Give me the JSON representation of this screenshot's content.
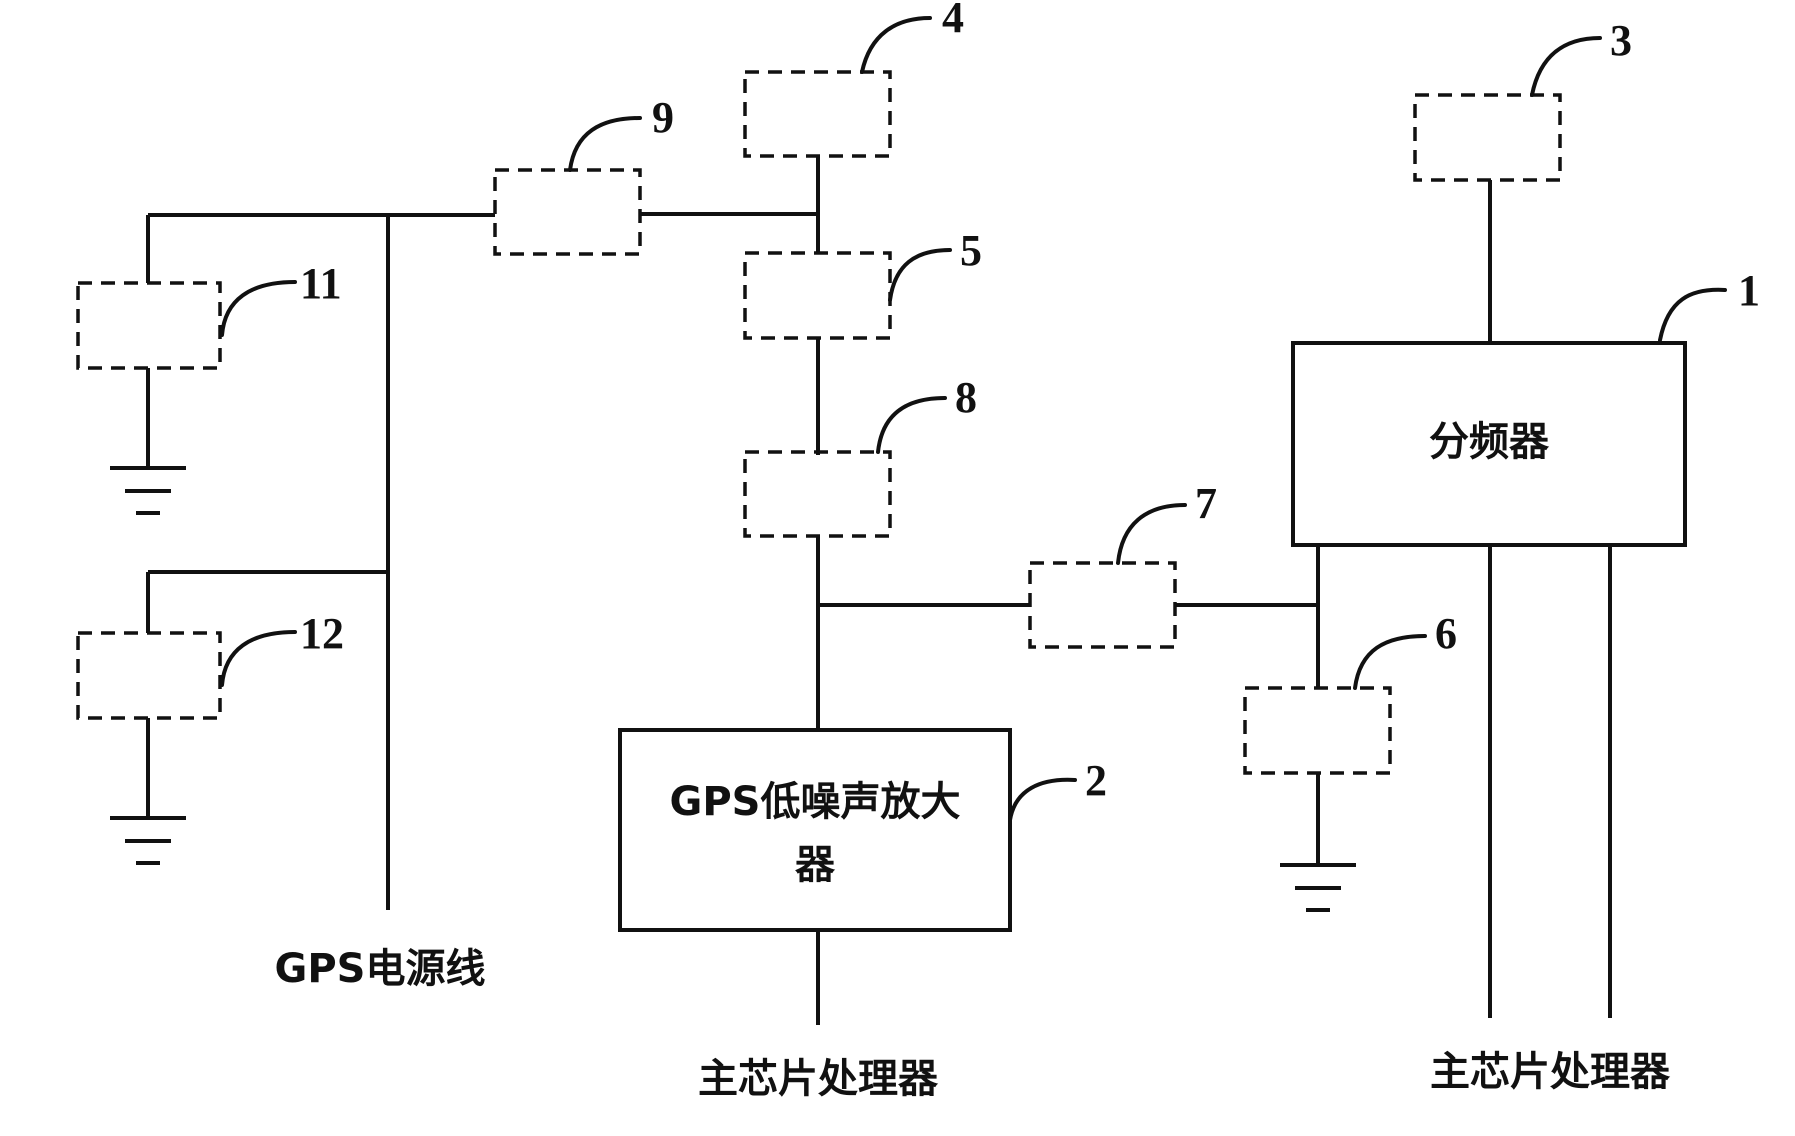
{
  "blocks": {
    "divider": {
      "label": "分频器",
      "ref": "1"
    },
    "lna": {
      "label_line1": "GPS低噪声放大",
      "label_line2": "器",
      "ref": "2"
    }
  },
  "components": {
    "c3": "3",
    "c4": "4",
    "c5": "5",
    "c6": "6",
    "c7": "7",
    "c8": "8",
    "c9": "9",
    "c11": "11",
    "c12": "12"
  },
  "labels": {
    "power_line": "GPS电源线",
    "processor_left": "主芯片处理器",
    "processor_right": "主芯片处理器"
  }
}
